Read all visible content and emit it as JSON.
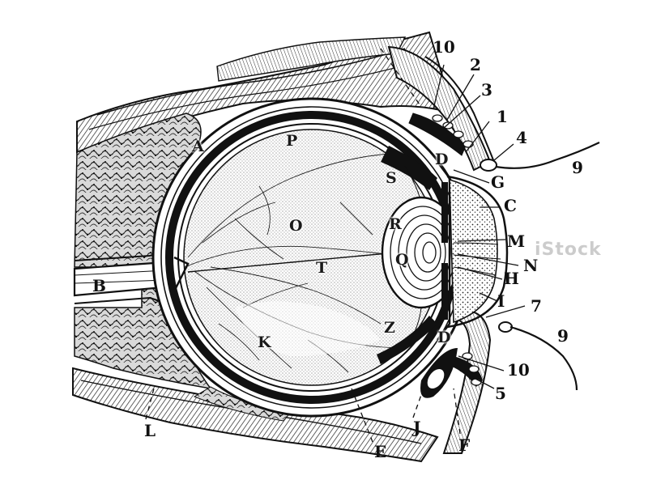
{
  "labels": {
    "A": "A",
    "B": "B",
    "C": "C",
    "D_top": "D",
    "D_bottom": "D",
    "E": "E",
    "F": "F",
    "G": "G",
    "H": "H",
    "I": "I",
    "J": "J",
    "K": "K",
    "L": "L",
    "M": "M",
    "N": "N",
    "O": "O",
    "P": "P",
    "Q": "Q",
    "R": "R",
    "S": "S",
    "T": "T",
    "Z": "Z",
    "n1": "1",
    "n2": "2",
    "n3": "3",
    "n4": "4",
    "n5": "5",
    "n7": "7",
    "n9_top": "9",
    "n9_bottom": "9",
    "n10_top": "10",
    "n10_bottom": "10"
  },
  "watermark": "iStock",
  "colors": {
    "ink": "#111111",
    "paper": "#ffffff"
  }
}
